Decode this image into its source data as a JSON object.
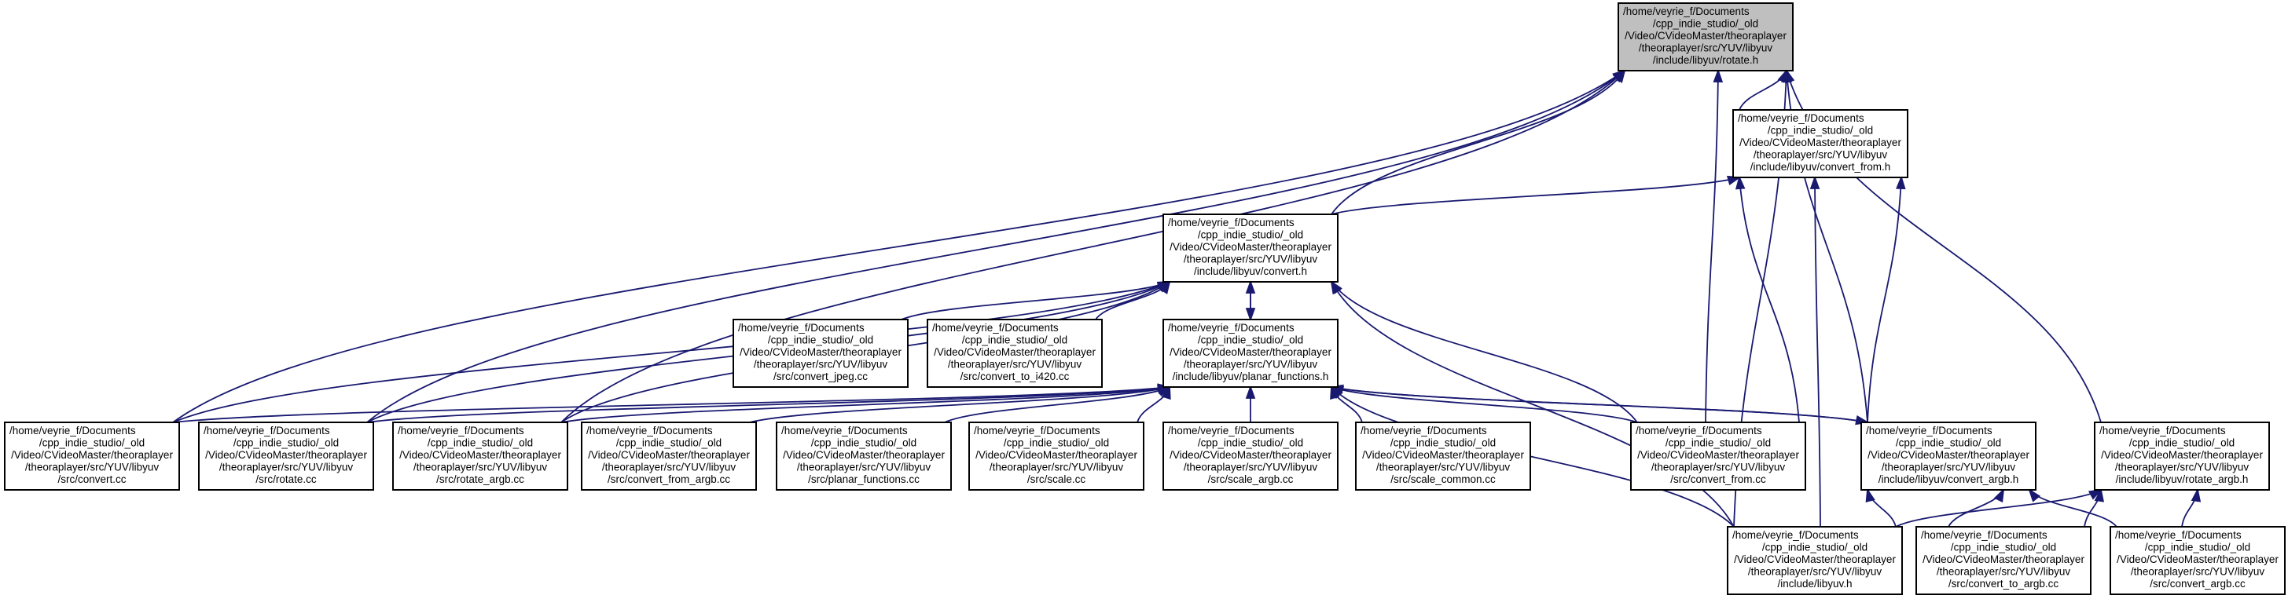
{
  "graph": {
    "title": "include/libyuv/rotate.h include dependency graph",
    "colors": {
      "edge": "#191970",
      "root_fill": "#bfbfbf",
      "node_fill": "#ffffff",
      "border": "#000000"
    },
    "nodes": [
      {
        "id": "rotate_h",
        "root": true,
        "lines": [
          "/home/veyrie_f/Documents",
          "/cpp_indie_studio/_old",
          "/Video/CVideoMaster/theoraplayer",
          "/theoraplayer/src/YUV/libyuv",
          "/include/libyuv/rotate.h"
        ]
      },
      {
        "id": "convert_from_h",
        "lines": [
          "/home/veyrie_f/Documents",
          "/cpp_indie_studio/_old",
          "/Video/CVideoMaster/theoraplayer",
          "/theoraplayer/src/YUV/libyuv",
          "/include/libyuv/convert_from.h"
        ]
      },
      {
        "id": "convert_h",
        "lines": [
          "/home/veyrie_f/Documents",
          "/cpp_indie_studio/_old",
          "/Video/CVideoMaster/theoraplayer",
          "/theoraplayer/src/YUV/libyuv",
          "/include/libyuv/convert.h"
        ]
      },
      {
        "id": "convert_jpeg_cc",
        "lines": [
          "/home/veyrie_f/Documents",
          "/cpp_indie_studio/_old",
          "/Video/CVideoMaster/theoraplayer",
          "/theoraplayer/src/YUV/libyuv",
          "/src/convert_jpeg.cc"
        ]
      },
      {
        "id": "convert_to_i420_cc",
        "lines": [
          "/home/veyrie_f/Documents",
          "/cpp_indie_studio/_old",
          "/Video/CVideoMaster/theoraplayer",
          "/theoraplayer/src/YUV/libyuv",
          "/src/convert_to_i420.cc"
        ]
      },
      {
        "id": "planar_functions_h",
        "lines": [
          "/home/veyrie_f/Documents",
          "/cpp_indie_studio/_old",
          "/Video/CVideoMaster/theoraplayer",
          "/theoraplayer/src/YUV/libyuv",
          "/include/libyuv/planar_functions.h"
        ]
      },
      {
        "id": "convert_cc",
        "lines": [
          "/home/veyrie_f/Documents",
          "/cpp_indie_studio/_old",
          "/Video/CVideoMaster/theoraplayer",
          "/theoraplayer/src/YUV/libyuv",
          "/src/convert.cc"
        ]
      },
      {
        "id": "rotate_cc",
        "lines": [
          "/home/veyrie_f/Documents",
          "/cpp_indie_studio/_old",
          "/Video/CVideoMaster/theoraplayer",
          "/theoraplayer/src/YUV/libyuv",
          "/src/rotate.cc"
        ]
      },
      {
        "id": "rotate_argb_cc",
        "lines": [
          "/home/veyrie_f/Documents",
          "/cpp_indie_studio/_old",
          "/Video/CVideoMaster/theoraplayer",
          "/theoraplayer/src/YUV/libyuv",
          "/src/rotate_argb.cc"
        ]
      },
      {
        "id": "convert_from_argb_cc",
        "lines": [
          "/home/veyrie_f/Documents",
          "/cpp_indie_studio/_old",
          "/Video/CVideoMaster/theoraplayer",
          "/theoraplayer/src/YUV/libyuv",
          "/src/convert_from_argb.cc"
        ]
      },
      {
        "id": "planar_functions_cc",
        "lines": [
          "/home/veyrie_f/Documents",
          "/cpp_indie_studio/_old",
          "/Video/CVideoMaster/theoraplayer",
          "/theoraplayer/src/YUV/libyuv",
          "/src/planar_functions.cc"
        ]
      },
      {
        "id": "scale_cc",
        "lines": [
          "/home/veyrie_f/Documents",
          "/cpp_indie_studio/_old",
          "/Video/CVideoMaster/theoraplayer",
          "/theoraplayer/src/YUV/libyuv",
          "/src/scale.cc"
        ]
      },
      {
        "id": "scale_argb_cc",
        "lines": [
          "/home/veyrie_f/Documents",
          "/cpp_indie_studio/_old",
          "/Video/CVideoMaster/theoraplayer",
          "/theoraplayer/src/YUV/libyuv",
          "/src/scale_argb.cc"
        ]
      },
      {
        "id": "scale_common_cc",
        "lines": [
          "/home/veyrie_f/Documents",
          "/cpp_indie_studio/_old",
          "/Video/CVideoMaster/theoraplayer",
          "/theoraplayer/src/YUV/libyuv",
          "/src/scale_common.cc"
        ]
      },
      {
        "id": "convert_from_cc",
        "lines": [
          "/home/veyrie_f/Documents",
          "/cpp_indie_studio/_old",
          "/Video/CVideoMaster/theoraplayer",
          "/theoraplayer/src/YUV/libyuv",
          "/src/convert_from.cc"
        ]
      },
      {
        "id": "convert_argb_h",
        "lines": [
          "/home/veyrie_f/Documents",
          "/cpp_indie_studio/_old",
          "/Video/CVideoMaster/theoraplayer",
          "/theoraplayer/src/YUV/libyuv",
          "/include/libyuv/convert_argb.h"
        ]
      },
      {
        "id": "rotate_argb_h",
        "lines": [
          "/home/veyrie_f/Documents",
          "/cpp_indie_studio/_old",
          "/Video/CVideoMaster/theoraplayer",
          "/theoraplayer/src/YUV/libyuv",
          "/include/libyuv/rotate_argb.h"
        ]
      },
      {
        "id": "libyuv_h",
        "lines": [
          "/home/veyrie_f/Documents",
          "/cpp_indie_studio/_old",
          "/Video/CVideoMaster/theoraplayer",
          "/theoraplayer/src/YUV/libyuv",
          "/include/libyuv.h"
        ]
      },
      {
        "id": "convert_to_argb_cc",
        "lines": [
          "/home/veyrie_f/Documents",
          "/cpp_indie_studio/_old",
          "/Video/CVideoMaster/theoraplayer",
          "/theoraplayer/src/YUV/libyuv",
          "/src/convert_to_argb.cc"
        ]
      },
      {
        "id": "convert_argb_cc",
        "lines": [
          "/home/veyrie_f/Documents",
          "/cpp_indie_studio/_old",
          "/Video/CVideoMaster/theoraplayer",
          "/theoraplayer/src/YUV/libyuv",
          "/src/convert_argb.cc"
        ]
      }
    ],
    "edges": [
      {
        "from": "convert_from_h",
        "to": "rotate_h"
      },
      {
        "from": "convert_h",
        "to": "rotate_h"
      },
      {
        "from": "convert_from_cc",
        "to": "rotate_h"
      },
      {
        "from": "convert_cc",
        "to": "rotate_h"
      },
      {
        "from": "rotate_cc",
        "to": "rotate_h"
      },
      {
        "from": "rotate_argb_cc",
        "to": "rotate_h"
      },
      {
        "from": "convert_argb_h",
        "to": "rotate_h"
      },
      {
        "from": "rotate_argb_h",
        "to": "rotate_h"
      },
      {
        "from": "libyuv_h",
        "to": "rotate_h"
      },
      {
        "from": "convert_h",
        "to": "convert_from_h"
      },
      {
        "from": "convert_from_cc",
        "to": "convert_from_h"
      },
      {
        "from": "convert_argb_h",
        "to": "convert_from_h"
      },
      {
        "from": "libyuv_h",
        "to": "convert_from_h"
      },
      {
        "from": "convert_jpeg_cc",
        "to": "convert_h"
      },
      {
        "from": "convert_to_i420_cc",
        "to": "convert_h"
      },
      {
        "from": "planar_functions_h",
        "to": "convert_h"
      },
      {
        "from": "convert_cc",
        "to": "convert_h"
      },
      {
        "from": "rotate_cc",
        "to": "convert_h"
      },
      {
        "from": "rotate_argb_cc",
        "to": "convert_h"
      },
      {
        "from": "convert_from_cc",
        "to": "convert_h"
      },
      {
        "from": "libyuv_h",
        "to": "convert_h"
      },
      {
        "from": "convert_h",
        "to": "planar_functions_h"
      },
      {
        "from": "convert_cc",
        "to": "planar_functions_h"
      },
      {
        "from": "rotate_cc",
        "to": "planar_functions_h"
      },
      {
        "from": "rotate_argb_cc",
        "to": "planar_functions_h"
      },
      {
        "from": "convert_from_argb_cc",
        "to": "planar_functions_h"
      },
      {
        "from": "planar_functions_cc",
        "to": "planar_functions_h"
      },
      {
        "from": "scale_cc",
        "to": "planar_functions_h"
      },
      {
        "from": "scale_argb_cc",
        "to": "planar_functions_h"
      },
      {
        "from": "scale_common_cc",
        "to": "planar_functions_h"
      },
      {
        "from": "convert_from_cc",
        "to": "planar_functions_h"
      },
      {
        "from": "convert_argb_h",
        "to": "planar_functions_h"
      },
      {
        "from": "planar_functions_h",
        "to": "convert_argb_h"
      },
      {
        "from": "libyuv_h",
        "to": "planar_functions_h"
      },
      {
        "from": "libyuv_h",
        "to": "convert_argb_h"
      },
      {
        "from": "convert_to_argb_cc",
        "to": "convert_argb_h"
      },
      {
        "from": "convert_argb_cc",
        "to": "convert_argb_h"
      },
      {
        "from": "libyuv_h",
        "to": "rotate_argb_h"
      },
      {
        "from": "convert_to_argb_cc",
        "to": "rotate_argb_h"
      },
      {
        "from": "convert_argb_cc",
        "to": "rotate_argb_h"
      }
    ]
  }
}
